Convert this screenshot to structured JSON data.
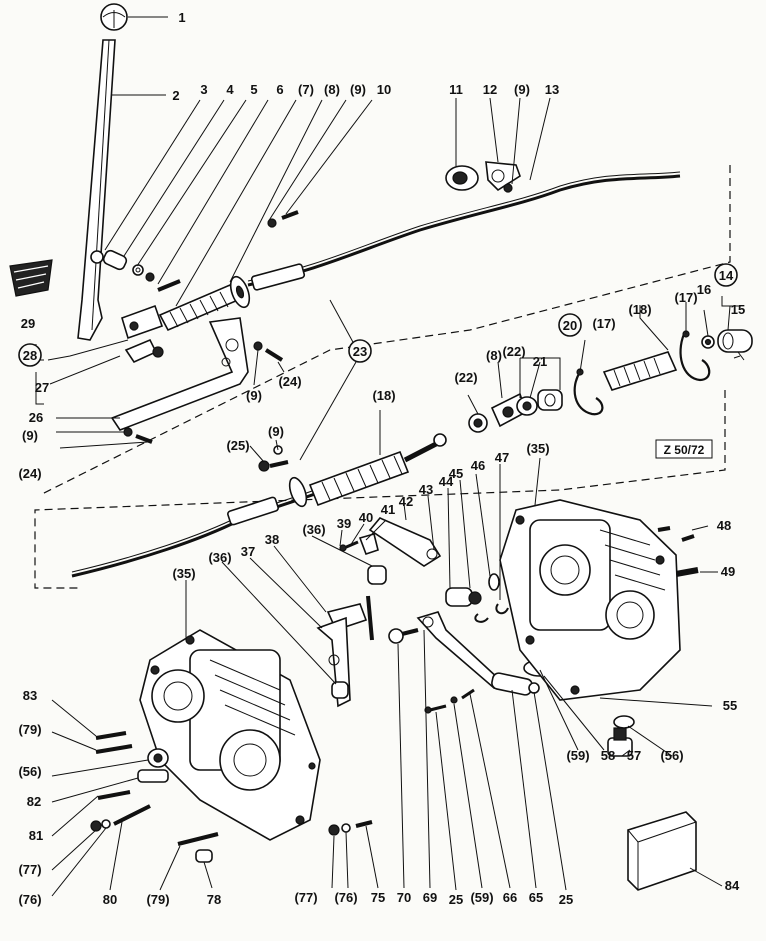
{
  "reference_code": "Z 50/72",
  "callouts": [
    {
      "id": "c1",
      "text": "1",
      "circled": false
    },
    {
      "id": "c2",
      "text": "2",
      "circled": false
    },
    {
      "id": "c3",
      "text": "3",
      "circled": false
    },
    {
      "id": "c4",
      "text": "4",
      "circled": false
    },
    {
      "id": "c5",
      "text": "5",
      "circled": false
    },
    {
      "id": "c6",
      "text": "6",
      "circled": false
    },
    {
      "id": "c7",
      "text": "(7)",
      "circled": false
    },
    {
      "id": "c8",
      "text": "(8)",
      "circled": false
    },
    {
      "id": "c9a",
      "text": "(9)",
      "circled": false
    },
    {
      "id": "c10",
      "text": "10",
      "circled": false
    },
    {
      "id": "c11",
      "text": "11",
      "circled": false
    },
    {
      "id": "c12",
      "text": "12",
      "circled": false
    },
    {
      "id": "c9b",
      "text": "(9)",
      "circled": false
    },
    {
      "id": "c13",
      "text": "13",
      "circled": false
    },
    {
      "id": "c29",
      "text": "29",
      "circled": false
    },
    {
      "id": "c28",
      "text": "28",
      "circled": true
    },
    {
      "id": "c27",
      "text": "27",
      "circled": false
    },
    {
      "id": "c26",
      "text": "26",
      "circled": false
    },
    {
      "id": "c9c",
      "text": "(9)",
      "circled": false
    },
    {
      "id": "c24a",
      "text": "(24)",
      "circled": false
    },
    {
      "id": "c9d",
      "text": "(9)",
      "circled": false
    },
    {
      "id": "c24b",
      "text": "(24)",
      "circled": false
    },
    {
      "id": "c23",
      "text": "23",
      "circled": true
    },
    {
      "id": "c22a",
      "text": "(22)",
      "circled": false
    },
    {
      "id": "c8b",
      "text": "(8)",
      "circled": false
    },
    {
      "id": "c22b",
      "text": "(22)",
      "circled": false
    },
    {
      "id": "c21",
      "text": "21",
      "circled": false
    },
    {
      "id": "c20",
      "text": "20",
      "circled": true
    },
    {
      "id": "c17a",
      "text": "(17)",
      "circled": false
    },
    {
      "id": "c18a",
      "text": "(18)",
      "circled": false
    },
    {
      "id": "c17b",
      "text": "(17)",
      "circled": false
    },
    {
      "id": "c16",
      "text": "16",
      "circled": false
    },
    {
      "id": "c14",
      "text": "14",
      "circled": true
    },
    {
      "id": "c15",
      "text": "15",
      "circled": false
    },
    {
      "id": "c25a",
      "text": "(25)",
      "circled": false
    },
    {
      "id": "c9e",
      "text": "(9)",
      "circled": false
    },
    {
      "id": "c18b",
      "text": "(18)",
      "circled": false
    },
    {
      "id": "c35a",
      "text": "(35)",
      "circled": false
    },
    {
      "id": "c45",
      "text": "45",
      "circled": false
    },
    {
      "id": "c46",
      "text": "46",
      "circled": false
    },
    {
      "id": "c47",
      "text": "47",
      "circled": false
    },
    {
      "id": "c44",
      "text": "44",
      "circled": false
    },
    {
      "id": "c43",
      "text": "43",
      "circled": false
    },
    {
      "id": "c42",
      "text": "42",
      "circled": false
    },
    {
      "id": "c41",
      "text": "41",
      "circled": false
    },
    {
      "id": "c40",
      "text": "40",
      "circled": false
    },
    {
      "id": "c39",
      "text": "39",
      "circled": false
    },
    {
      "id": "c36a",
      "text": "(36)",
      "circled": false
    },
    {
      "id": "c38",
      "text": "38",
      "circled": false
    },
    {
      "id": "c37",
      "text": "37",
      "circled": false
    },
    {
      "id": "c36b",
      "text": "(36)",
      "circled": false
    },
    {
      "id": "c35b",
      "text": "(35)",
      "circled": false
    },
    {
      "id": "c48",
      "text": "48",
      "circled": false
    },
    {
      "id": "c49",
      "text": "49",
      "circled": false
    },
    {
      "id": "c55",
      "text": "55",
      "circled": false
    },
    {
      "id": "c59a",
      "text": "(59)",
      "circled": false
    },
    {
      "id": "c58",
      "text": "58",
      "circled": false
    },
    {
      "id": "c57",
      "text": "57",
      "circled": false
    },
    {
      "id": "c56a",
      "text": "(56)",
      "circled": false
    },
    {
      "id": "c83",
      "text": "83",
      "circled": false
    },
    {
      "id": "c79a",
      "text": "(79)",
      "circled": false
    },
    {
      "id": "c56b",
      "text": "(56)",
      "circled": false
    },
    {
      "id": "c82",
      "text": "82",
      "circled": false
    },
    {
      "id": "c81",
      "text": "81",
      "circled": false
    },
    {
      "id": "c77a",
      "text": "(77)",
      "circled": false
    },
    {
      "id": "c76a",
      "text": "(76)",
      "circled": false
    },
    {
      "id": "c80",
      "text": "80",
      "circled": false
    },
    {
      "id": "c79b",
      "text": "(79)",
      "circled": false
    },
    {
      "id": "c78",
      "text": "78",
      "circled": false
    },
    {
      "id": "c77b",
      "text": "(77)",
      "circled": false
    },
    {
      "id": "c76b",
      "text": "(76)",
      "circled": false
    },
    {
      "id": "c75",
      "text": "75",
      "circled": false
    },
    {
      "id": "c70",
      "text": "70",
      "circled": false
    },
    {
      "id": "c69",
      "text": "69",
      "circled": false
    },
    {
      "id": "c25b",
      "text": "25",
      "circled": false
    },
    {
      "id": "c59b",
      "text": "(59)",
      "circled": false
    },
    {
      "id": "c66",
      "text": "66",
      "circled": false
    },
    {
      "id": "c65",
      "text": "65",
      "circled": false
    },
    {
      "id": "c25c",
      "text": "25",
      "circled": false
    },
    {
      "id": "c84",
      "text": "84",
      "circled": false
    }
  ]
}
